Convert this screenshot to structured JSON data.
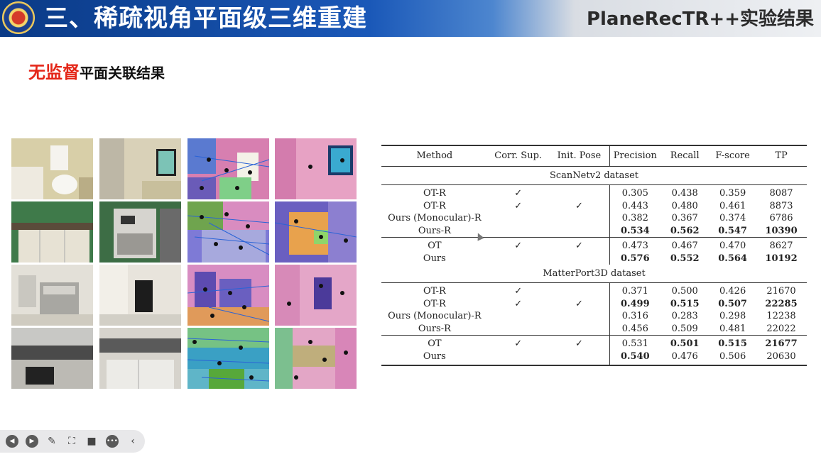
{
  "header": {
    "title": "三、稀疏视角平面级三维重建",
    "subtitle": "PlaneRecTR++实验结果"
  },
  "section": {
    "highlight": "无监督",
    "rest": "平面关联结果"
  },
  "table": {
    "columns": [
      "Method",
      "Corr. Sup.",
      "Init. Pose",
      "Precision",
      "Recall",
      "F-score",
      "TP"
    ],
    "check": "✓",
    "sections": [
      {
        "name": "ScanNetv2 dataset",
        "groups": [
          [
            {
              "method": "OT-R",
              "corr": "✓",
              "pose": "",
              "precision": "0.305",
              "recall": "0.438",
              "fscore": "0.359",
              "tp": "8087"
            },
            {
              "method": "OT-R",
              "corr": "✓",
              "pose": "✓",
              "precision": "0.443",
              "recall": "0.480",
              "fscore": "0.461",
              "tp": "8873"
            },
            {
              "method": "Ours (Monocular)-R",
              "corr": "",
              "pose": "",
              "precision": "0.382",
              "recall": "0.367",
              "fscore": "0.374",
              "tp": "6786"
            },
            {
              "method": "Ours-R",
              "corr": "",
              "pose": "",
              "precision": "0.534",
              "recall": "0.562",
              "fscore": "0.547",
              "tp": "10390"
            }
          ],
          [
            {
              "method": "OT",
              "corr": "✓",
              "pose": "✓",
              "precision": "0.473",
              "recall": "0.467",
              "fscore": "0.470",
              "tp": "8627"
            },
            {
              "method": "Ours",
              "corr": "",
              "pose": "",
              "precision": "0.576",
              "recall": "0.552",
              "fscore": "0.564",
              "tp": "10192"
            }
          ]
        ]
      },
      {
        "name": "MatterPort3D dataset",
        "groups": [
          [
            {
              "method": "OT-R",
              "corr": "✓",
              "pose": "",
              "precision": "0.371",
              "recall": "0.500",
              "fscore": "0.426",
              "tp": "21670"
            },
            {
              "method": "OT-R",
              "corr": "✓",
              "pose": "✓",
              "precision": "0.499",
              "recall": "0.515",
              "fscore": "0.507",
              "tp": "22285"
            },
            {
              "method": "Ours (Monocular)-R",
              "corr": "",
              "pose": "",
              "precision": "0.316",
              "recall": "0.283",
              "fscore": "0.298",
              "tp": "12238"
            },
            {
              "method": "Ours-R",
              "corr": "",
              "pose": "",
              "precision": "0.456",
              "recall": "0.509",
              "fscore": "0.481",
              "tp": "22022"
            }
          ],
          [
            {
              "method": "OT",
              "corr": "✓",
              "pose": "✓",
              "precision": "0.531",
              "recall": "0.501",
              "fscore": "0.515",
              "tp": "21677"
            },
            {
              "method": "Ours",
              "corr": "",
              "pose": "",
              "precision": "0.540",
              "recall": "0.476",
              "fscore": "0.506",
              "tp": "20630"
            }
          ]
        ]
      }
    ]
  },
  "toolbar": {
    "icons": [
      "prev-icon",
      "next-icon",
      "pen-icon",
      "screenshot-icon",
      "camera-icon",
      "more-icon",
      "collapse-icon"
    ]
  },
  "colors": {
    "banner_blue": "#0a3a86",
    "highlight_red": "#e42618"
  }
}
